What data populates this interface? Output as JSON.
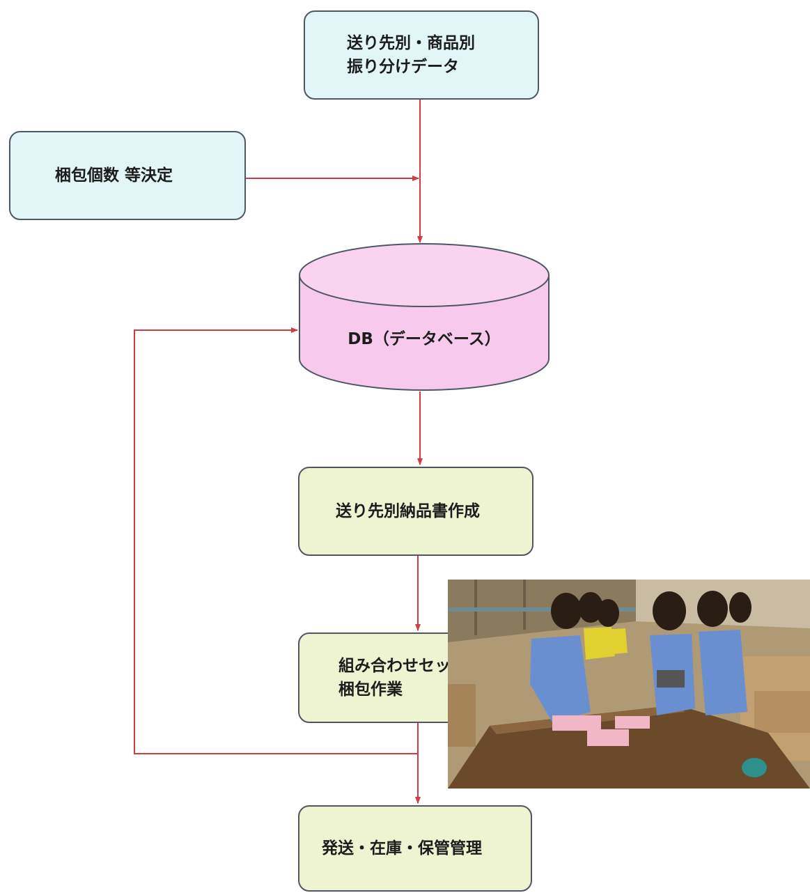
{
  "boxes": {
    "sort_data": "送り先別・商品別\n振り分けデータ",
    "packing_count": "梱包個数 等決定",
    "database": "DB（データベース）",
    "invoice": "送り先別納品書作成",
    "set_packing": "組み合わせセット、\n梱包作業",
    "shipping": "発送・在庫・保管管理"
  },
  "colors": {
    "arrow": "#d23a44",
    "input_box": "#e2f5f7",
    "database": "#f7c9ec",
    "process_box": "#eef3d2",
    "border": "#4f5663"
  }
}
